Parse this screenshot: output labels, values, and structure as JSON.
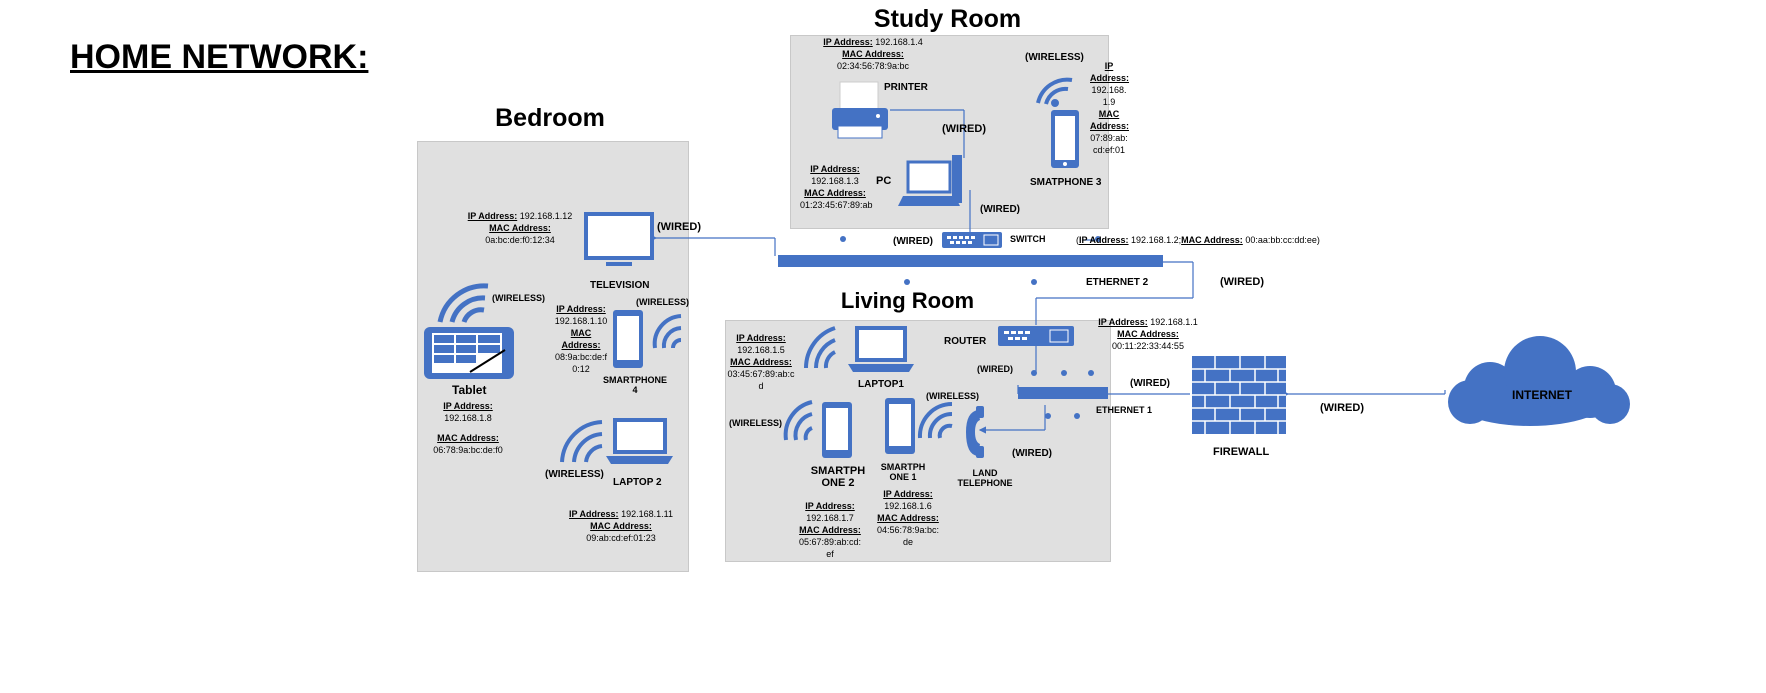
{
  "title": "HOME NETWORK:",
  "rooms": {
    "study": "Study Room",
    "bedroom": "Bedroom",
    "living": "Living Room"
  },
  "labels": {
    "ip": "IP Address:",
    "mac": "MAC Address:"
  },
  "devices": {
    "printer": {
      "name": "PRINTER",
      "ip": "192.168.1.4",
      "mac": "02:34:56:78:9a:bc"
    },
    "pc": {
      "name": "PC",
      "ip": "192.168.1.3",
      "mac": "01:23:45:67:89:ab"
    },
    "smartphone3": {
      "name": "SMATPHONE 3",
      "ip": "192.168.1.9",
      "mac": "07:89:ab:cd:ef:01"
    },
    "switch": {
      "name": "SWITCH",
      "ip": "192.168.1.2",
      "mac": "00:aa:bb:cc:dd:ee"
    },
    "television": {
      "name": "TELEVISION",
      "ip": "192.168.1.12",
      "mac": "0a:bc:de:f0:12:34"
    },
    "tablet": {
      "name": "Tablet",
      "ip": "192.168.1.8",
      "mac": "06:78:9a:bc:de:f0"
    },
    "smartphone4": {
      "name": "SMARTPHONE 4",
      "ip": "192.168.1.10",
      "mac": "08:9a:bc:de:f0:12"
    },
    "laptop2": {
      "name": "LAPTOP 2",
      "ip": "192.168.1.11",
      "mac": "09:ab:cd:ef:01:23"
    },
    "laptop1": {
      "name": "LAPTOP1",
      "ip": "192.168.1.5",
      "mac": "03:45:67:89:ab:cd"
    },
    "router": {
      "name": "ROUTER",
      "ip": "192.168.1.1",
      "mac": "00:11:22:33:44:55"
    },
    "smartphone2": {
      "name": "SMARTPH ONE 2",
      "ip": "192.168.1.7",
      "mac": "05:67:89:ab:cd:ef"
    },
    "smartphone1": {
      "name": "SMARTPH ONE 1",
      "ip": "192.168.1.6",
      "mac": "04:56:78:9a:bc:de"
    },
    "landphone": {
      "name": "LAND TELEPHONE"
    },
    "firewall": {
      "name": "FIREWALL"
    },
    "internet": {
      "name": "INTERNET"
    },
    "ethernet1": {
      "name": "ETHERNET 1"
    },
    "ethernet2": {
      "name": "ETHERNET 2"
    }
  },
  "connections": {
    "wired": "(WIRED)",
    "wireless": "(WIRELESS)",
    "switch_paren_open": "(",
    "switch_paren_close": ")"
  },
  "colors": {
    "accent": "#4472c4",
    "room": "#e0e0e0"
  }
}
